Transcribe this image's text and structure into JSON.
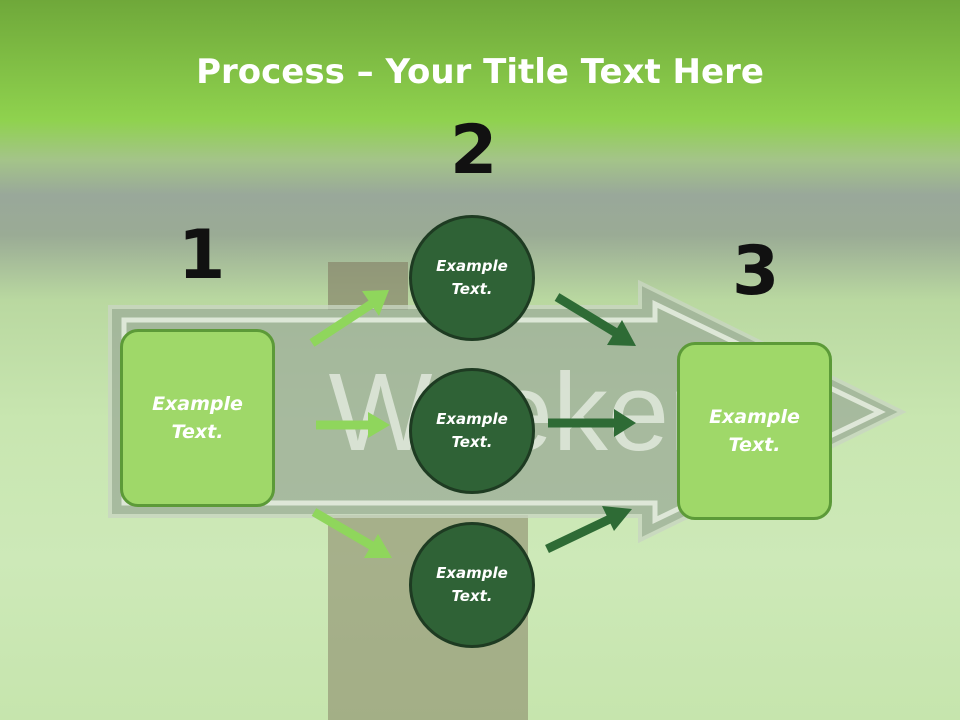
{
  "title": {
    "bold": "Process",
    "rest": " – Your Title Text Here"
  },
  "background": {
    "sign_word": "Weekend"
  },
  "steps": [
    {
      "number": "1",
      "label": "Example\nText."
    },
    {
      "number": "2",
      "items": [
        "Example\nText.",
        "Example\nText.",
        "Example\nText."
      ]
    },
    {
      "number": "3",
      "label": "Example\nText."
    }
  ],
  "colors": {
    "light_green": "#9fd869",
    "dark_green": "#2f6236",
    "light_arrow": "#8fd65c",
    "dark_arrow": "#2e6b35"
  }
}
